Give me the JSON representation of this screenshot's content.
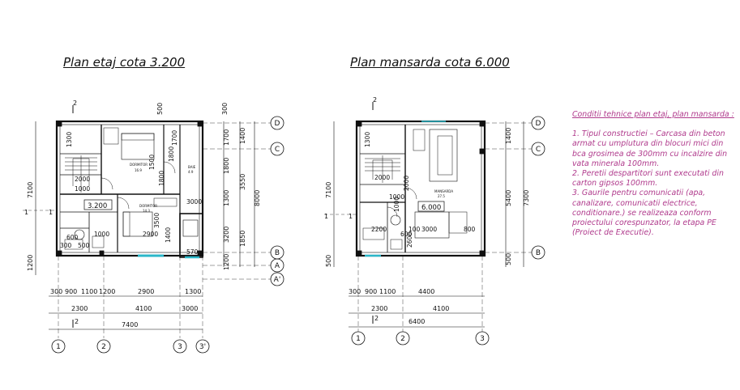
{
  "plan1": {
    "title": "Plan etaj cota 3.200",
    "level": "3.200",
    "dims_bottom_row1": [
      "300",
      "900",
      "1100",
      "1200",
      "2900",
      "1300"
    ],
    "dims_bottom_row2": [
      "2300",
      "4100",
      "3000"
    ],
    "dims_bottom_total": "7400",
    "dims_left": [
      "7100",
      "1200"
    ],
    "dims_right_col1": [
      "1700",
      "1800",
      "1300",
      "3200",
      "1200"
    ],
    "dims_right_col2": [
      "1400",
      "3550",
      "1850"
    ],
    "dims_right_total": "8000",
    "dims_top": [
      "500",
      "300"
    ],
    "inner_dims": [
      "1300",
      "2000",
      "1000",
      "1800",
      "1500",
      "2900",
      "1700",
      "1800",
      "3000",
      "3500",
      "1400",
      "600",
      "1000",
      "500",
      "570",
      "300"
    ],
    "room_labels": [
      "DORMITOR",
      "DORMITOR",
      "BAIE"
    ],
    "room_areas": [
      "16.9",
      "14.3",
      "4.9"
    ],
    "axes_bottom": [
      "1",
      "2",
      "3",
      "3'"
    ],
    "axes_right": [
      "D",
      "C",
      "B",
      "A",
      "A'"
    ],
    "section_marks": [
      "2",
      "2",
      "1",
      "1"
    ]
  },
  "plan2": {
    "title": "Plan mansarda cota 6.000",
    "level": "6.000",
    "dims_bottom_row1": [
      "300",
      "900",
      "1100",
      "4400"
    ],
    "dims_bottom_row2": [
      "2300",
      "4100"
    ],
    "dims_bottom_total": "6400",
    "dims_left": [
      "7100",
      "500"
    ],
    "dims_right_col1": [
      "1400",
      "5400",
      "500"
    ],
    "dims_right_total": "7300",
    "dims_top": [
      "2"
    ],
    "inner_dims": [
      "1300",
      "2000",
      "1000",
      "1000",
      "2200",
      "2000",
      "2600",
      "3000",
      "600",
      "100",
      "800"
    ],
    "room_labels": [
      "MANSARDA"
    ],
    "room_areas": [
      "27.5"
    ],
    "axes_bottom": [
      "1",
      "2",
      "3"
    ],
    "axes_right": [
      "D",
      "C",
      "B"
    ],
    "section_marks": [
      "2",
      "2",
      "1",
      "1"
    ]
  },
  "notes": {
    "heading": "Conditii tehnice plan etaj, plan mansarda :",
    "items": [
      "1. Tipul constructiei – Carcasa din beton armat cu umplutura din blocuri mici din bca grosimea de 300mm cu incalzire din vata minerala 100mm.",
      "2. Peretii despartitori sunt executati din carton gipsos 100mm.",
      "3. Gaurile pentru comunicatii (apa, canalizare, comunicatii electrice, conditionare.) se realizeaza conform proiectului corespunzator, la etapa PE (Proiect de Executie)."
    ]
  },
  "colors": {
    "line": "#111111",
    "notes": "#b03a8c",
    "accent": "#2bb7c9"
  }
}
